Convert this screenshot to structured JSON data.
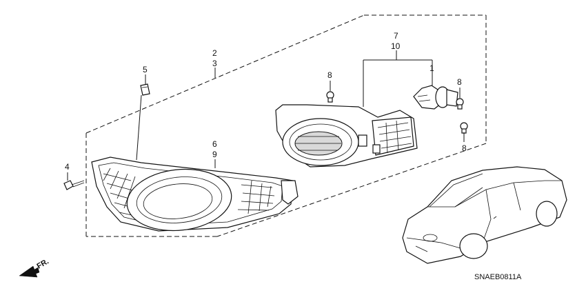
{
  "diagram": {
    "code": "SNAEB0811A",
    "front_indicator": "FR.",
    "callouts": [
      {
        "id": "c1",
        "text": "1"
      },
      {
        "id": "c2",
        "text": "2"
      },
      {
        "id": "c3",
        "text": "3"
      },
      {
        "id": "c4",
        "text": "4"
      },
      {
        "id": "c5",
        "text": "5"
      },
      {
        "id": "c6",
        "text": "6"
      },
      {
        "id": "c7",
        "text": "7"
      },
      {
        "id": "c8a",
        "text": "8"
      },
      {
        "id": "c8b",
        "text": "8"
      },
      {
        "id": "c8c",
        "text": "8"
      },
      {
        "id": "c9",
        "text": "9"
      },
      {
        "id": "c10",
        "text": "10"
      }
    ]
  }
}
